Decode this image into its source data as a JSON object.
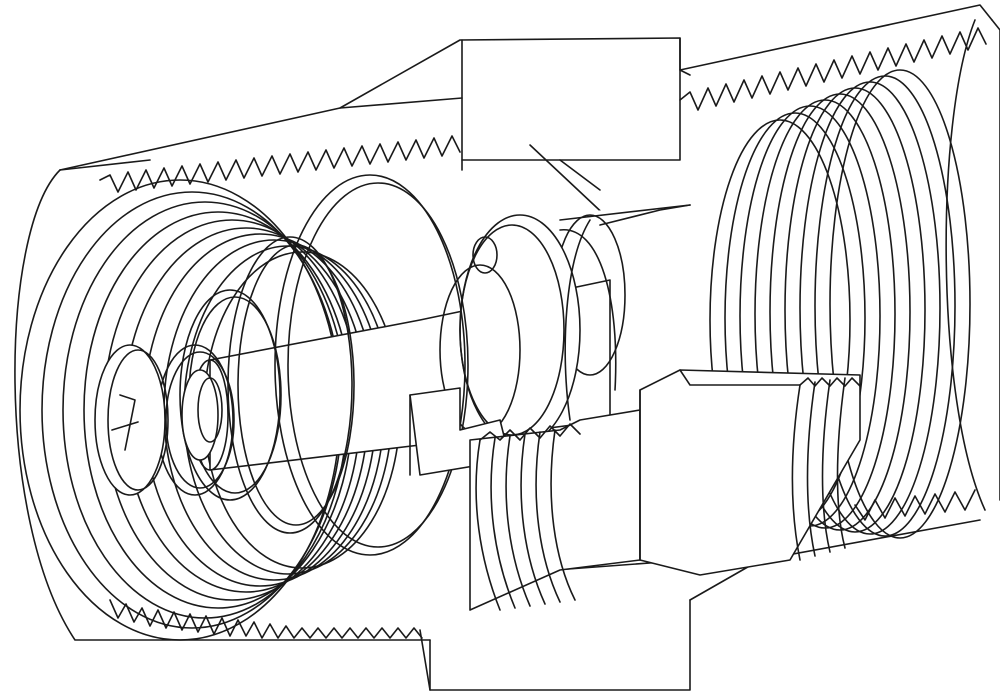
{
  "figure": {
    "background": "#ffffff",
    "line_color": "#1a1a1a",
    "parts": [
      "outer-threaded-housing",
      "left-internal-thread",
      "right-internal-thread",
      "hex-collar",
      "valve-spring",
      "valve-disc",
      "valve-stem",
      "screw-head",
      "spring-seat",
      "threaded-bracket"
    ]
  }
}
